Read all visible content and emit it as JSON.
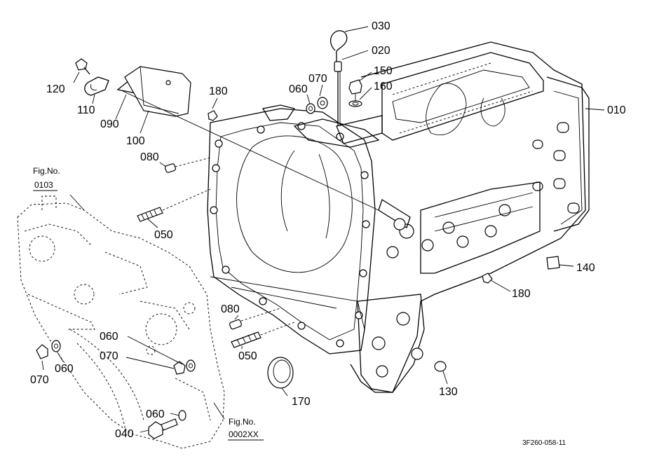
{
  "labels": {
    "p010": "010",
    "p020": "020",
    "p030": "030",
    "p040": "040",
    "p050_upper": "050",
    "p050_lower": "050",
    "p060_top": "060",
    "p060_left": "060",
    "p060_mid": "060",
    "p060_bottom": "060",
    "p070_top": "070",
    "p070_left": "070",
    "p070_mid": "070",
    "p080_upper": "080",
    "p080_lower": "080",
    "p090": "090",
    "p100": "100",
    "p110": "110",
    "p120": "120",
    "p130": "130",
    "p140": "140",
    "p150": "150",
    "p160": "160",
    "p170": "170",
    "p180_top": "180",
    "p180_right": "180"
  },
  "references": {
    "fig_top_title": "Fig.No.",
    "fig_top_code": "0103",
    "fig_bottom_title": "Fig.No.",
    "fig_bottom_code": "0002XX"
  },
  "drawing_code": "3F260-058-11"
}
